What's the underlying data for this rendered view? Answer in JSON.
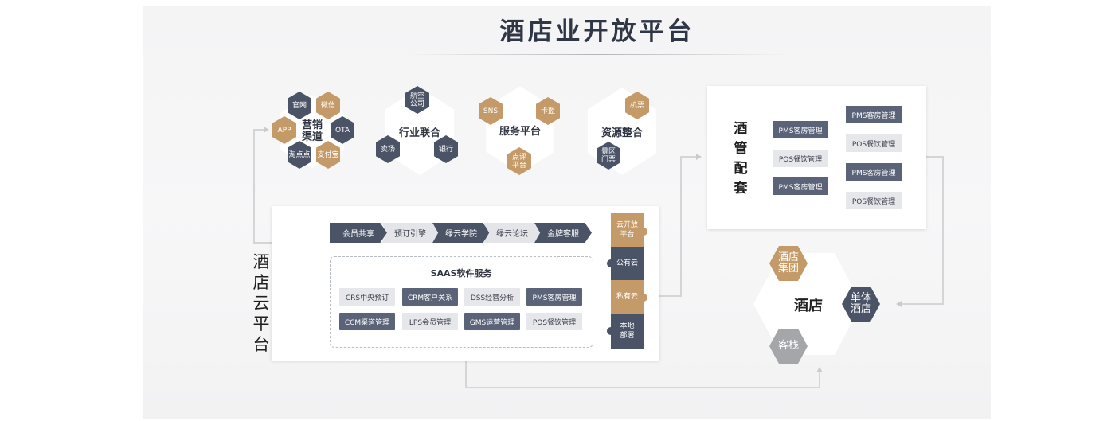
{
  "title": "酒店业开放平台",
  "channels": [
    {
      "center": "营销\n渠道",
      "items": [
        {
          "label": "官网",
          "style": "dark"
        },
        {
          "label": "微信",
          "style": "tan"
        },
        {
          "label": "APP",
          "style": "tan"
        },
        {
          "label": "OTA",
          "style": "dark"
        },
        {
          "label": "淘点点",
          "style": "dark"
        },
        {
          "label": "支付宝",
          "style": "tan"
        }
      ]
    },
    {
      "center": "行业联合",
      "items": [
        {
          "label": "航空\n公司",
          "style": "dark"
        },
        {
          "label": "卖场",
          "style": "dark"
        },
        {
          "label": "银行",
          "style": "dark"
        }
      ]
    },
    {
      "center": "服务平台",
      "items": [
        {
          "label": "SNS",
          "style": "tan"
        },
        {
          "label": "卡盟",
          "style": "tan"
        },
        {
          "label": "点评\n平台",
          "style": "tan"
        }
      ]
    },
    {
      "center": "资源整合",
      "items": [
        {
          "label": "机票",
          "style": "tan"
        },
        {
          "label": "景区\n门票",
          "style": "dark"
        }
      ]
    }
  ],
  "cloud_platform": {
    "label": "酒店云平台",
    "services": [
      "会员共享",
      "预订引擎",
      "绿云学院",
      "绿云论坛",
      "金牌客服"
    ],
    "saas_title": "SAAS软件服务",
    "saas_modules": [
      "CRS中央预订",
      "CRM客户关系",
      "DSS经营分析",
      "PMS客房管理",
      "CCM渠道管理",
      "LPS会员管理",
      "GMS运营管理",
      "POS餐饮管理"
    ],
    "deployment": [
      "云开放\n平台",
      "公有云",
      "私有云",
      "本地\n部署"
    ]
  },
  "hotel_systems": {
    "label": "酒管配套",
    "left": [
      "PMS客房管理",
      "POS餐饮管理",
      "PMS客房管理"
    ],
    "right": [
      "PMS客房管理",
      "POS餐饮管理",
      "PMS客房管理",
      "POS餐饮管理"
    ]
  },
  "hotel": {
    "center": "酒店",
    "types": [
      "酒店\n集团",
      "单体\n酒店",
      "客栈"
    ]
  },
  "colors": {
    "dark": "#4b5466",
    "tan": "#c39a68",
    "grey": "#a4a6aa",
    "light": "#e6e7ea"
  }
}
